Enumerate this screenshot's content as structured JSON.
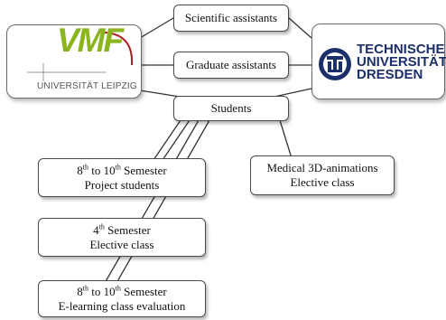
{
  "vmf_logo": {
    "letters": "VMF",
    "subtitle": "UNIVERSITÄT LEIPZIG",
    "brand_color": "#8ab51e",
    "accent_color": "#b01e23"
  },
  "tud_logo": {
    "line1": "TECHNISCHE",
    "line2": "UNIVERSITÄT",
    "line3": "DRESDEN",
    "brand_color": "#1b2f6b"
  },
  "nodes": {
    "scientific": "Scientific assistants",
    "graduate": "Graduate assistants",
    "students": "Students",
    "project": {
      "sem_a": "8",
      "sem_a_sup": "th",
      "to": " to 10",
      "sem_b_sup": "th",
      "semester": " Semester",
      "line2": "Project students"
    },
    "fourth": {
      "sem": "4",
      "sem_sup": "th",
      "semester": " Semester",
      "line2": "Elective class"
    },
    "elearning": {
      "sem_a": "8",
      "sem_a_sup": "th",
      "to": " to 10",
      "sem_b_sup": "th",
      "semester": " Semester",
      "line2": "E-learning class evaluation"
    },
    "medical": {
      "line1": "Medical 3D-animations",
      "line2": "Elective class"
    }
  }
}
